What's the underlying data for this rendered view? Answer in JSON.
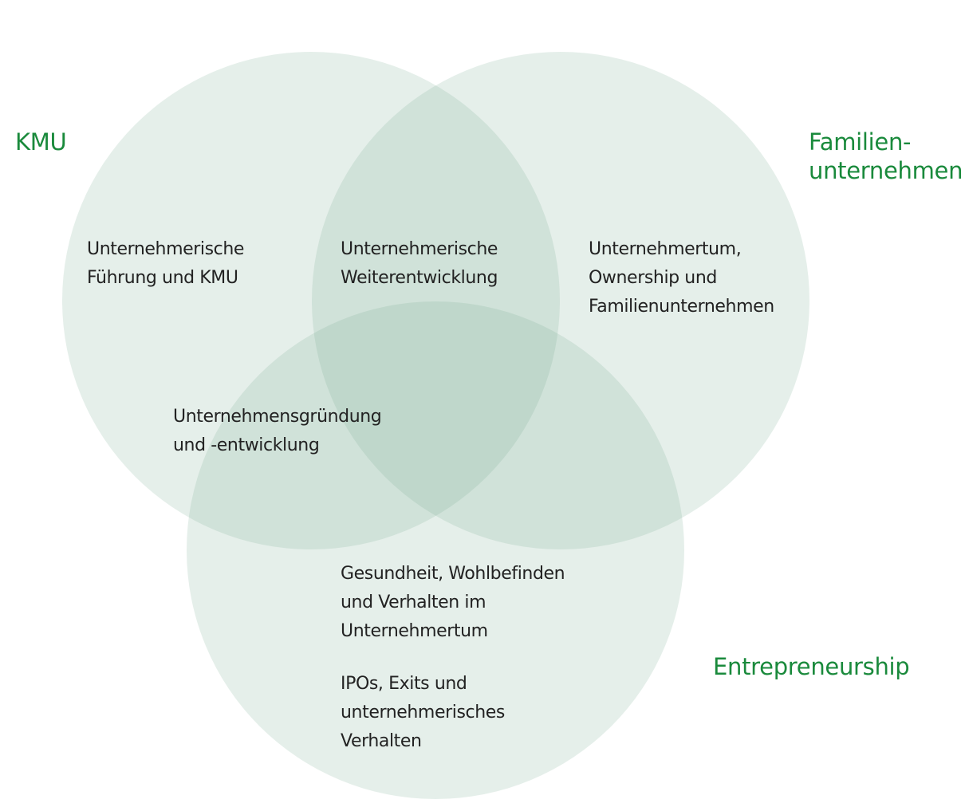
{
  "diagram": {
    "type": "venn",
    "accent_color": "#1a8a3c",
    "sets": [
      {
        "id": "kmu",
        "label_lines": [
          "KMU"
        ]
      },
      {
        "id": "familienunternehmen",
        "label_lines": [
          "Familien-",
          "unternehmen"
        ]
      },
      {
        "id": "entrepreneurship",
        "label_lines": [
          "Entrepreneurship"
        ]
      }
    ],
    "regions": {
      "kmu_only": {
        "lines": [
          "Unternehmerische",
          "Führung und KMU"
        ]
      },
      "kmu_familien": {
        "lines": [
          "Unternehmerische",
          "Weiterentwicklung"
        ]
      },
      "familien_only": {
        "lines": [
          "Unternehmertum,",
          "Ownership und",
          "Familienunternehmen"
        ]
      },
      "kmu_entrepreneurship": {
        "lines": [
          "Unternehmensgründung",
          "und -entwicklung"
        ]
      },
      "entrepreneurship_only": {
        "blocks": [
          {
            "lines": [
              "Gesundheit, Wohlbefinden",
              "und Verhalten im",
              "Unternehmertum"
            ]
          },
          {
            "lines": [
              "IPOs, Exits und",
              "unternehmerisches",
              "Verhalten"
            ]
          }
        ]
      }
    }
  }
}
